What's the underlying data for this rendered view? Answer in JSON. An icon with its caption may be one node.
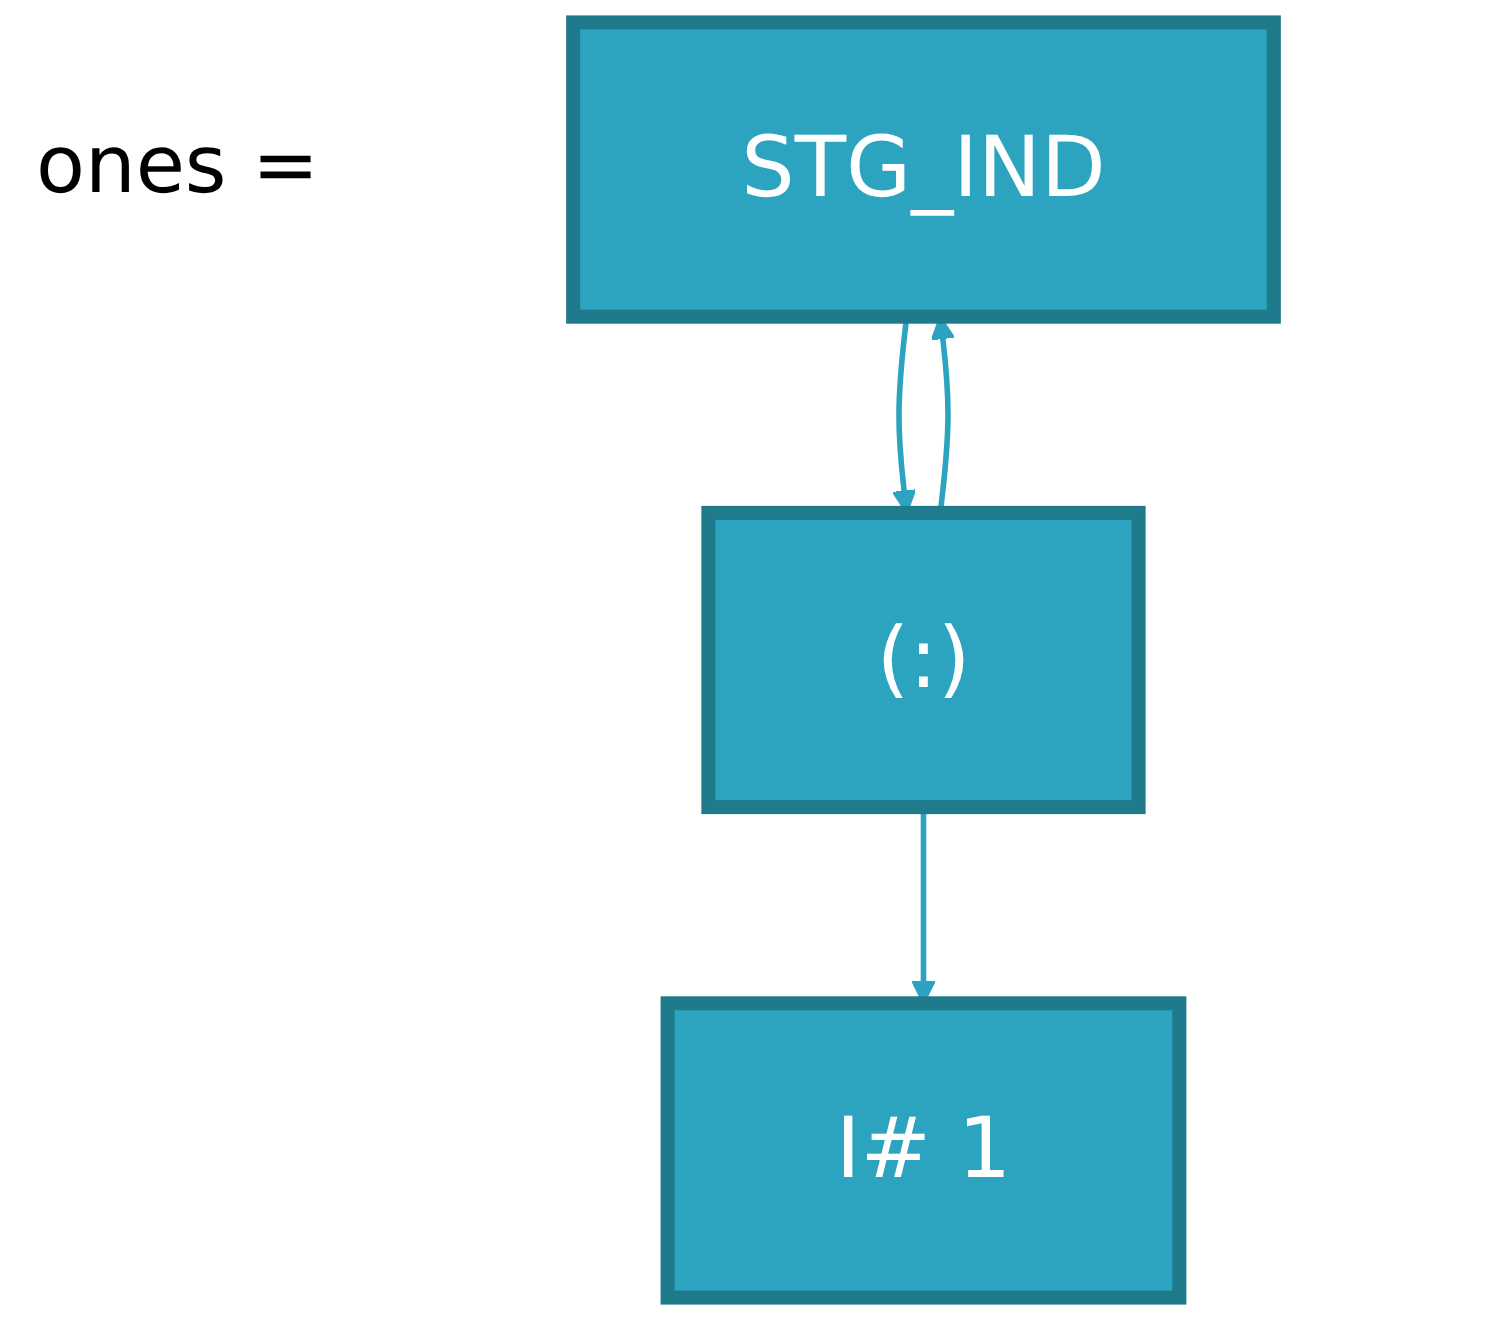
{
  "diagram": {
    "nodes": [
      {
        "text": [
          "STG_IND"
        ]
      },
      {
        "text": [
          "(:)"
        ]
      },
      {
        "text": [
          "I# 1"
        ]
      }
    ],
    "edges": [
      {
        "from": 0,
        "to": 1,
        "arrow": "to"
      },
      {
        "from": 1,
        "to": 2,
        "arrow": "to"
      },
      {
        "from": 1,
        "to": 0,
        "arrow": "to"
      }
    ],
    "labels": [
      "ones ="
    ]
  }
}
